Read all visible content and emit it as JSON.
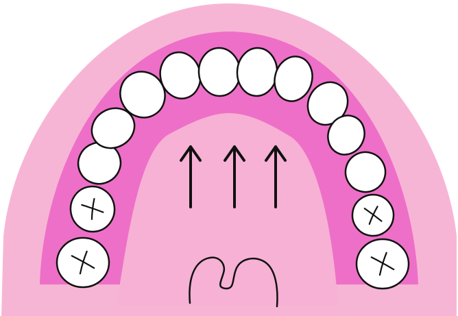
{
  "colors": {
    "background": "#ffffff",
    "outer_gum": "#f7b5d6",
    "gum_band": "#ee6fc7",
    "palate": "#f6b1d4",
    "tooth_fill": "#ffffff",
    "outline": "#111111"
  },
  "teeth": [
    {
      "id": "upper-right-second-molar",
      "marked": true
    },
    {
      "id": "upper-right-first-molar",
      "marked": true
    },
    {
      "id": "upper-right-second-premolar",
      "marked": false
    },
    {
      "id": "upper-right-first-premolar",
      "marked": false
    },
    {
      "id": "upper-right-canine",
      "marked": false
    },
    {
      "id": "upper-right-lateral-incisor",
      "marked": false
    },
    {
      "id": "upper-right-central-incisor",
      "marked": false
    },
    {
      "id": "upper-left-central-incisor",
      "marked": false
    },
    {
      "id": "upper-left-lateral-incisor",
      "marked": false
    },
    {
      "id": "upper-left-canine",
      "marked": false
    },
    {
      "id": "upper-left-first-premolar",
      "marked": false
    },
    {
      "id": "upper-left-second-premolar",
      "marked": false
    },
    {
      "id": "upper-left-first-molar",
      "marked": true
    },
    {
      "id": "upper-left-second-molar",
      "marked": true
    }
  ],
  "arrows": {
    "count": 3,
    "direction": "up",
    "icon": "up-arrow-icon"
  }
}
